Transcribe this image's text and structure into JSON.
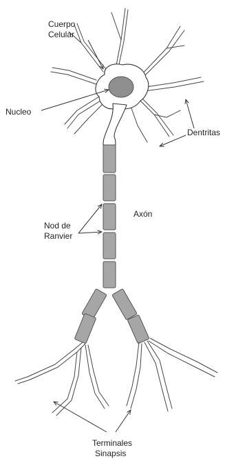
{
  "labels": {
    "cuerpo_line1": "Cuerpo",
    "cuerpo_line2": "Celular",
    "nucleo": "Nucleo",
    "dentritas": "Dentritas",
    "axon": "Axón",
    "nod_line1": "Nod de",
    "nod_line2": "Ranvier",
    "terminales_line1": "Terminales",
    "terminales_line2": "Sinapsis"
  },
  "colors": {
    "segment_fill": "#a6a6a6",
    "nucleus_fill": "#8f8f8f",
    "line": "#333333"
  }
}
